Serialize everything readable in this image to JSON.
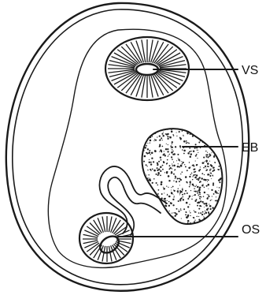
{
  "diagram": {
    "labels": {
      "vs": "VS",
      "eb": "EB",
      "os": "OS"
    },
    "colors": {
      "ink": "#1a1a1a",
      "background": "#ffffff",
      "stipple": "#222222"
    }
  }
}
